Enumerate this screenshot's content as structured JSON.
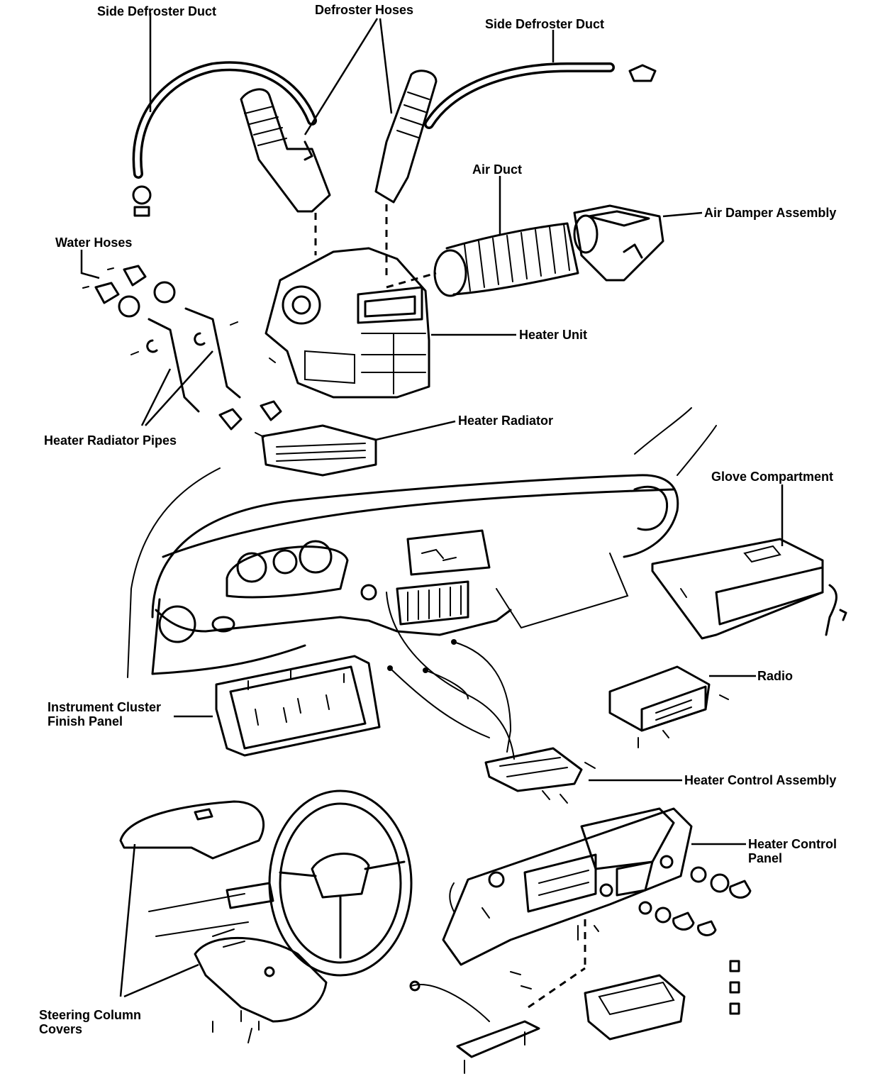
{
  "labels": {
    "side_defroster_duct_left": "Side Defroster Duct",
    "defroster_hoses": "Defroster Hoses",
    "side_defroster_duct_right": "Side Defroster Duct",
    "air_duct": "Air Duct",
    "air_damper_assembly": "Air Damper Assembly",
    "water_hoses": "Water Hoses",
    "heater_unit": "Heater Unit",
    "heater_radiator": "Heater Radiator",
    "heater_radiator_pipes": "Heater Radiator Pipes",
    "glove_compartment": "Glove Compartment",
    "radio": "Radio",
    "instrument_cluster_finish_panel": "Instrument Cluster Finish Panel",
    "heater_control_assembly": "Heater Control Assembly",
    "heater_control_panel": "Heater Control Panel",
    "steering_column_covers": "Steering Column Covers"
  },
  "colors": {
    "ink": "#000000",
    "paper": "#ffffff"
  }
}
